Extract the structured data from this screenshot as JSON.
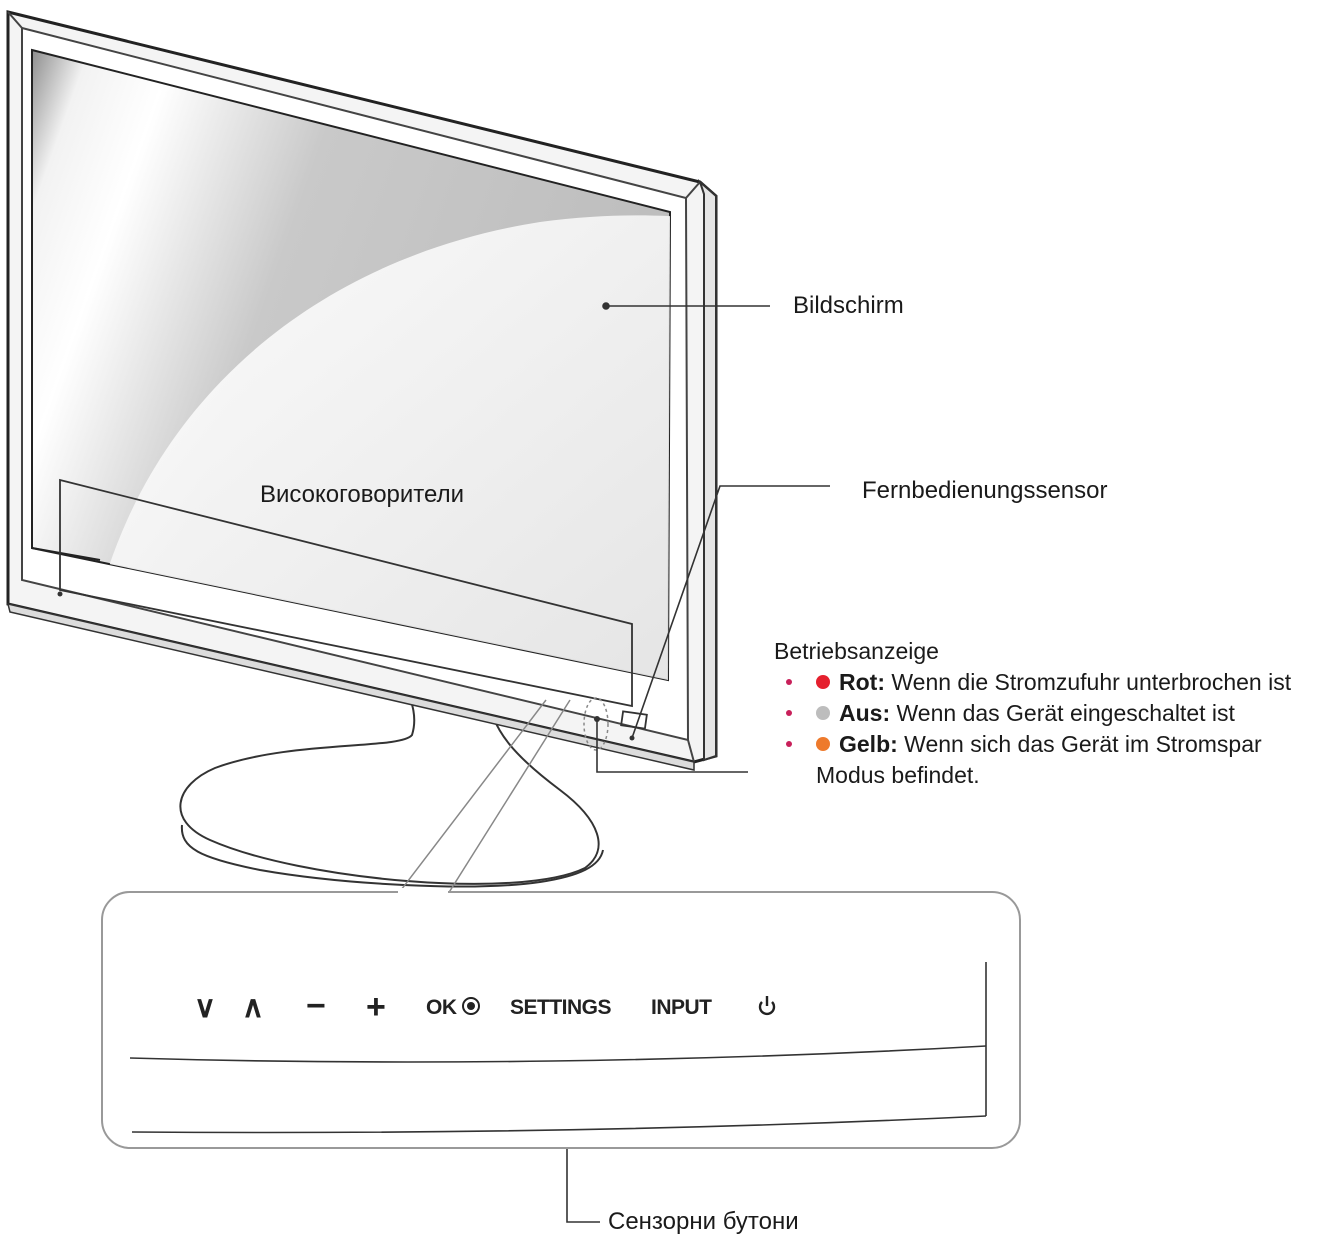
{
  "labels": {
    "screen": "Bildschirm",
    "speakers": "Високоговорители",
    "remote_sensor": "Fernbedienungssensor",
    "touch_buttons": "Сензорни бутони"
  },
  "power_indicator": {
    "title": "Betriebsanzeige",
    "states": [
      {
        "name": "Rot:",
        "text": "Wenn die Stromzufuhr unterbrochen ist",
        "color": "#e5202e"
      },
      {
        "name": "Aus:",
        "text": "Wenn das Gerät eingeschaltet ist",
        "color": "#bdbdbd"
      },
      {
        "name": "Gelb:",
        "text": "Wenn sich das Gerät im Stromspar Modus befindet.",
        "color": "#ee7a2c"
      }
    ]
  },
  "buttons": [
    {
      "label": "∨"
    },
    {
      "label": "∧"
    },
    {
      "label": "−"
    },
    {
      "label": "+"
    },
    {
      "label": "OK"
    },
    {
      "label": "SETTINGS"
    },
    {
      "label": "INPUT"
    }
  ],
  "icons": {
    "ok_target": "target-icon",
    "power": "power-icon"
  }
}
